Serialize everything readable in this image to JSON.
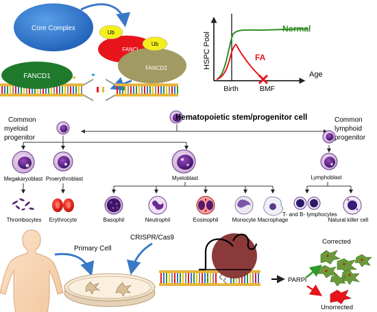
{
  "top_left": {
    "core_complex": "Core Complex",
    "ub_1": "Ub",
    "ub_2": "Ub",
    "fanci": "FANCI",
    "fancd2": "FANCD2",
    "fancd1": "FANCD1"
  },
  "hspc_chart": {
    "ylabel": "HSPC Pool",
    "xlabel": "Age",
    "normal_label": "Normal",
    "fa_label": "FA",
    "birth_label": "Birth",
    "bmf_label": "BMF",
    "colors": {
      "normal": "#2e8b22",
      "fa": "#e8141b",
      "bmf_mark": "#e8141b"
    }
  },
  "hierarchy": {
    "root": "Hematopoietic stem/progenitor cell",
    "myeloid_progenitor": [
      "Common",
      "myeloid",
      "progenitor"
    ],
    "lymphoid_progenitor": [
      "Common",
      "lymphoid",
      "progenitor"
    ],
    "megakaryoblast": "Megakaryoblast",
    "proerythroblast": "Proerythroblast",
    "myeloblast": "Myeloblast",
    "lymphoblast": "Lymphoblast",
    "thrombocytes": "Thrombocytes",
    "erythrocyte": "Erythrocyte",
    "basophil": "Basophil",
    "neutrophil": "Neutrophil",
    "eosinophil": "Eosinophil",
    "monocyte": "Monocyte",
    "macrophage": "Macrophage",
    "t_b_lymphocytes": "T- and B- lymphocytes",
    "nk_cell": "Natural killer cell"
  },
  "bottom": {
    "primary_cell": "Primary Cell",
    "crispr": "CRISPR/Cas9",
    "parpi": "PARPi",
    "corrected": "Corrected",
    "uncorrected": "Unorrected"
  }
}
